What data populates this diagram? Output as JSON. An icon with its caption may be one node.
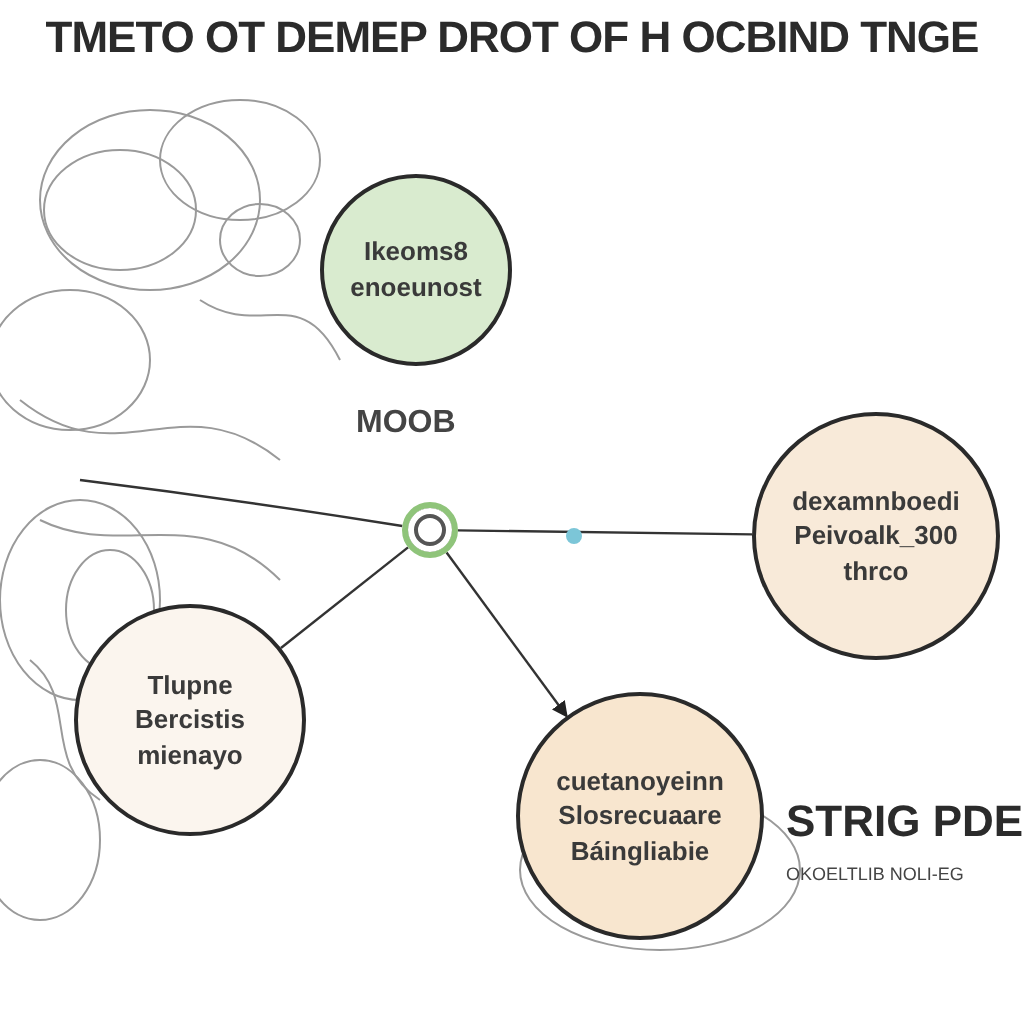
{
  "diagram": {
    "title": "TMETO OT DEMEP DROT OF H OCBIND TNGE",
    "nodes": [
      {
        "text": [
          "Ikeoms8 enoeunost"
        ]
      },
      {
        "text": [],
        "shape": "circle"
      },
      {
        "text": [
          "dexamnboedi Peivoalk_300 thrco"
        ]
      },
      {
        "text": [
          "Tlupne Bercistis mienayo"
        ]
      },
      {
        "text": [
          "cuetanoyeinn Slosrecuaare Báingliabie"
        ]
      }
    ],
    "edges": [
      {
        "from": null,
        "to": 1,
        "arrow": "none"
      },
      {
        "from": 1,
        "to": 2,
        "arrow": "none"
      },
      {
        "from": 1,
        "to": 3,
        "arrow": "none"
      },
      {
        "from": 1,
        "to": 4,
        "arrow": "to"
      }
    ],
    "labels": [
      "MOOB",
      "STRIG PDE",
      "OKOELTLIB NOLI-EG"
    ]
  }
}
